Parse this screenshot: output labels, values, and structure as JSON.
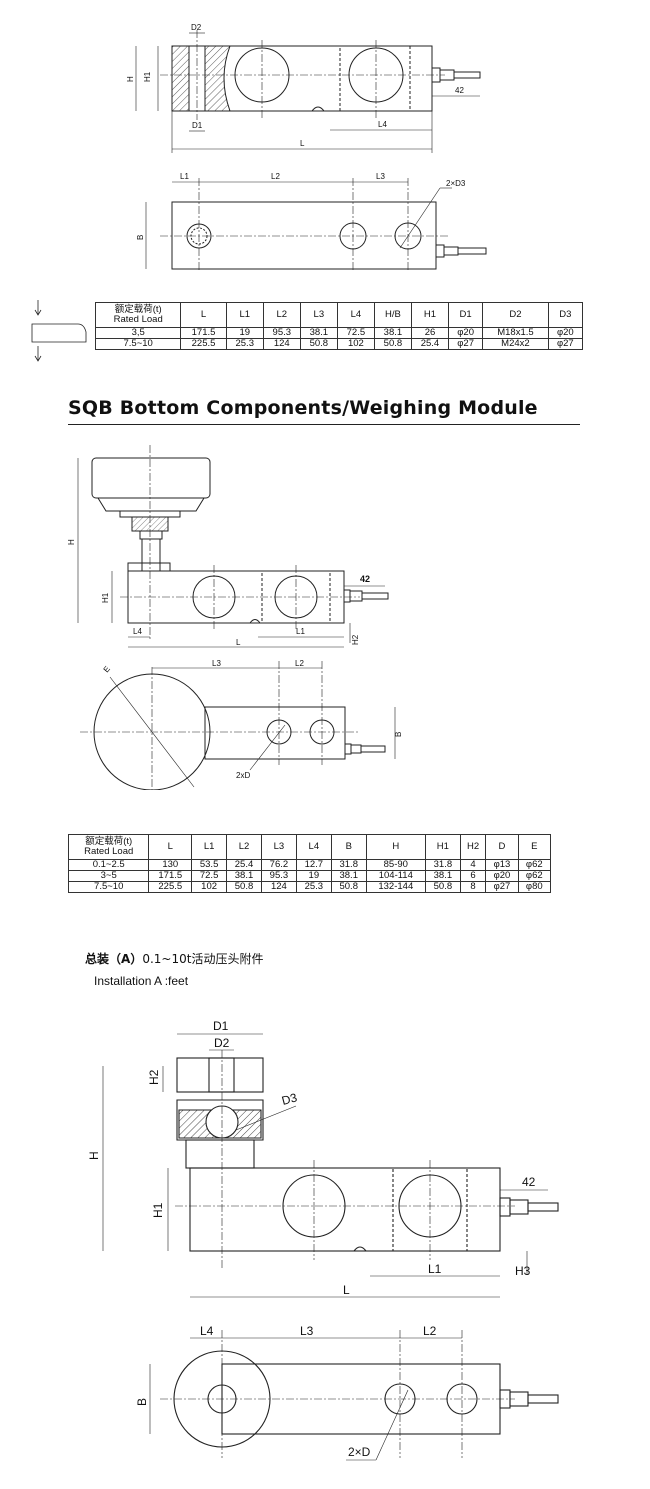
{
  "diagram1": {
    "labels": [
      "D2",
      "H1",
      "H",
      "D1",
      "L4",
      "L",
      "42"
    ],
    "top_view_labels": [
      "L1",
      "L2",
      "L3",
      "2×D3",
      "B"
    ]
  },
  "table1": {
    "header_cn": "额定载荷(t)",
    "header_en": "Rated Load",
    "columns": [
      "L",
      "L1",
      "L2",
      "L3",
      "L4",
      "H/B",
      "H1",
      "D1",
      "D2",
      "D3"
    ],
    "rows": [
      [
        "3,5",
        "171.5",
        "19",
        "95.3",
        "38.1",
        "72.5",
        "38.1",
        "26",
        "φ20",
        "M18x1.5",
        "φ20"
      ],
      [
        "7.5~10",
        "225.5",
        "25.3",
        "124",
        "50.8",
        "102",
        "50.8",
        "25.4",
        "φ27",
        "M24x2",
        "φ27"
      ]
    ]
  },
  "section_title": "SQB  Bottom Components/Weighing Module",
  "diagram2": {
    "labels": [
      "H",
      "H1",
      "42",
      "L4",
      "L",
      "L1",
      "H2"
    ],
    "top_view_labels": [
      "E",
      "L3",
      "L2",
      "B",
      "2xD"
    ]
  },
  "table2": {
    "header_cn": "额定载荷(t)",
    "header_en": "Rated Load",
    "columns": [
      "L",
      "L1",
      "L2",
      "L3",
      "L4",
      "B",
      "H",
      "H1",
      "H2",
      "D",
      "E"
    ],
    "rows": [
      [
        "0.1~2.5",
        "130",
        "53.5",
        "25.4",
        "76.2",
        "12.7",
        "31.8",
        "85-90",
        "31.8",
        "4",
        "φ13",
        "φ62"
      ],
      [
        "3~5",
        "171.5",
        "72.5",
        "38.1",
        "95.3",
        "19",
        "38.1",
        "104-114",
        "38.1",
        "6",
        "φ20",
        "φ62"
      ],
      [
        "7.5~10",
        "225.5",
        "102",
        "50.8",
        "124",
        "25.3",
        "50.8",
        "132-144",
        "50.8",
        "8",
        "φ27",
        "φ80"
      ]
    ]
  },
  "installation": {
    "cn_prefix": "总装（",
    "cn_letter": "A",
    "cn_suffix": "）",
    "cn_rest": "0.1~10t活动压头附件",
    "en": "Installation A :feet"
  },
  "diagram3": {
    "labels": [
      "D1",
      "D2",
      "H2",
      "D3",
      "H",
      "H1",
      "42",
      "L1",
      "H3",
      "L"
    ],
    "top_view_labels": [
      "L4",
      "L3",
      "L2",
      "B",
      "2×D"
    ]
  }
}
